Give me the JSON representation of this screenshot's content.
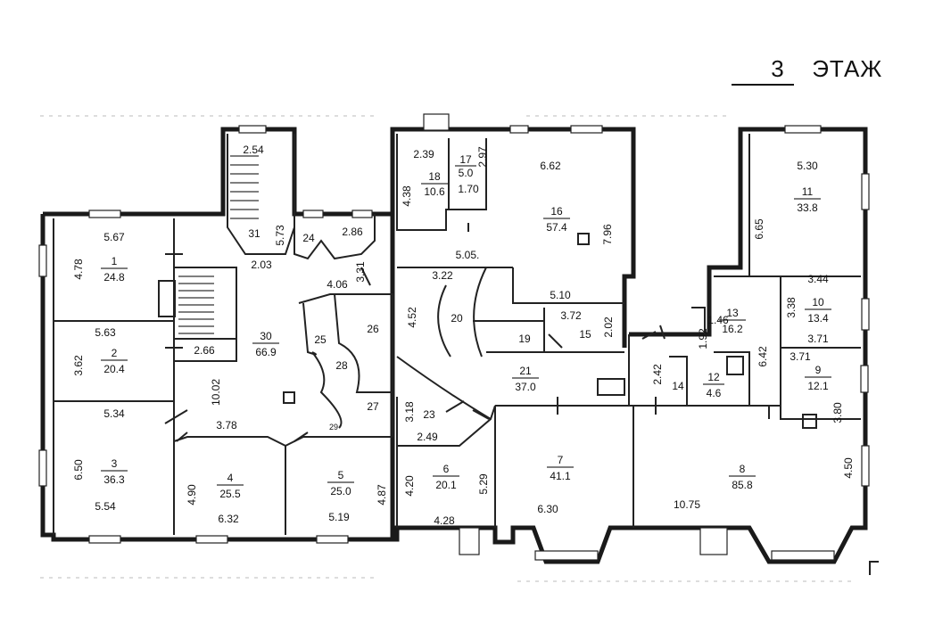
{
  "floor": {
    "number": "3",
    "label": "ЭТАЖ"
  },
  "rooms": [
    {
      "id": "1",
      "area": "24.8"
    },
    {
      "id": "2",
      "area": "20.4"
    },
    {
      "id": "3",
      "area": "36.3"
    },
    {
      "id": "4",
      "area": "25.5"
    },
    {
      "id": "5",
      "area": "25.0"
    },
    {
      "id": "6",
      "area": "20.1"
    },
    {
      "id": "7",
      "area": "41.1"
    },
    {
      "id": "8",
      "area": "85.8"
    },
    {
      "id": "9",
      "area": "12.1"
    },
    {
      "id": "10",
      "area": "13.4"
    },
    {
      "id": "11",
      "area": "33.8"
    },
    {
      "id": "12",
      "area": "4.6"
    },
    {
      "id": "13",
      "area": "16.2"
    },
    {
      "id": "14",
      "area": ""
    },
    {
      "id": "15",
      "area": ""
    },
    {
      "id": "16",
      "area": "57.4"
    },
    {
      "id": "17",
      "area": "5.0"
    },
    {
      "id": "18",
      "area": "10.6"
    },
    {
      "id": "19",
      "area": ""
    },
    {
      "id": "20",
      "area": ""
    },
    {
      "id": "21",
      "area": "37.0"
    },
    {
      "id": "23",
      "area": ""
    },
    {
      "id": "24",
      "area": ""
    },
    {
      "id": "25",
      "area": ""
    },
    {
      "id": "26",
      "area": ""
    },
    {
      "id": "27",
      "area": ""
    },
    {
      "id": "28",
      "area": ""
    },
    {
      "id": "29",
      "area": ""
    },
    {
      "id": "30",
      "area": "66.9"
    },
    {
      "id": "31",
      "area": ""
    }
  ],
  "dimensions": [
    "5.67",
    "4.78",
    "5.63",
    "3.62",
    "5.34",
    "6.50",
    "5.54",
    "4.90",
    "6.32",
    "5.19",
    "4.87",
    "3.78",
    "10.02",
    "2.66",
    "2.03",
    "2.54",
    "5.73",
    "2.86",
    "4.06",
    "3.31",
    "4.52",
    "3.22",
    "5.05.",
    "2.39",
    "4.38",
    "2.97",
    "1.70",
    "6.62",
    "7.96",
    "5.10",
    "3.72",
    "2.02",
    "3.18",
    "2.49",
    "4.20",
    "4.28",
    "5.29",
    "6.30",
    "10.75",
    "4.50",
    "2.42",
    "1.46",
    "1.92",
    "6.42",
    "3.38",
    "3.44",
    "3.71",
    "3.71",
    "3.80",
    "5.30",
    "6.65"
  ]
}
